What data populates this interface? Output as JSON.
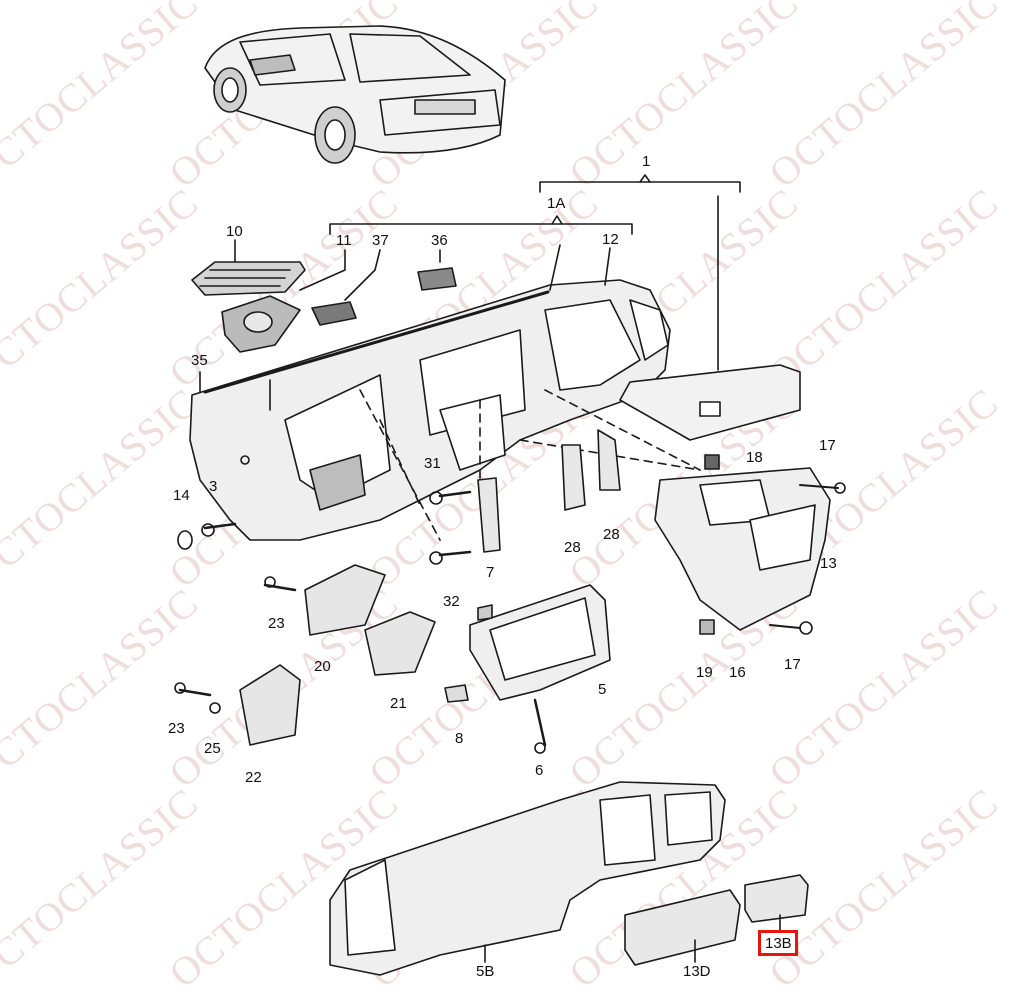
{
  "watermark": {
    "text": "OCTOCLASSIC",
    "color": "#d6aaa5"
  },
  "highlight": {
    "label": "13B",
    "color": "#e8150c"
  },
  "callouts": {
    "c1": "1",
    "c1A": "1A",
    "c10": "10",
    "c11": "11",
    "c37": "37",
    "c36": "36",
    "c12": "12",
    "c35": "35",
    "c14": "14",
    "c3": "3",
    "c31": "31",
    "c18": "18",
    "c17a": "17",
    "c28a": "28",
    "c28b": "28",
    "c13": "13",
    "c32": "32",
    "c7": "7",
    "c23a": "23",
    "c20": "20",
    "c21": "21",
    "c5": "5",
    "c19": "19",
    "c16": "16",
    "c17b": "17",
    "c23b": "23",
    "c25": "25",
    "c22": "22",
    "c8": "8",
    "c6": "6",
    "c5B": "5B",
    "c13D": "13D",
    "c13B": "13B"
  }
}
